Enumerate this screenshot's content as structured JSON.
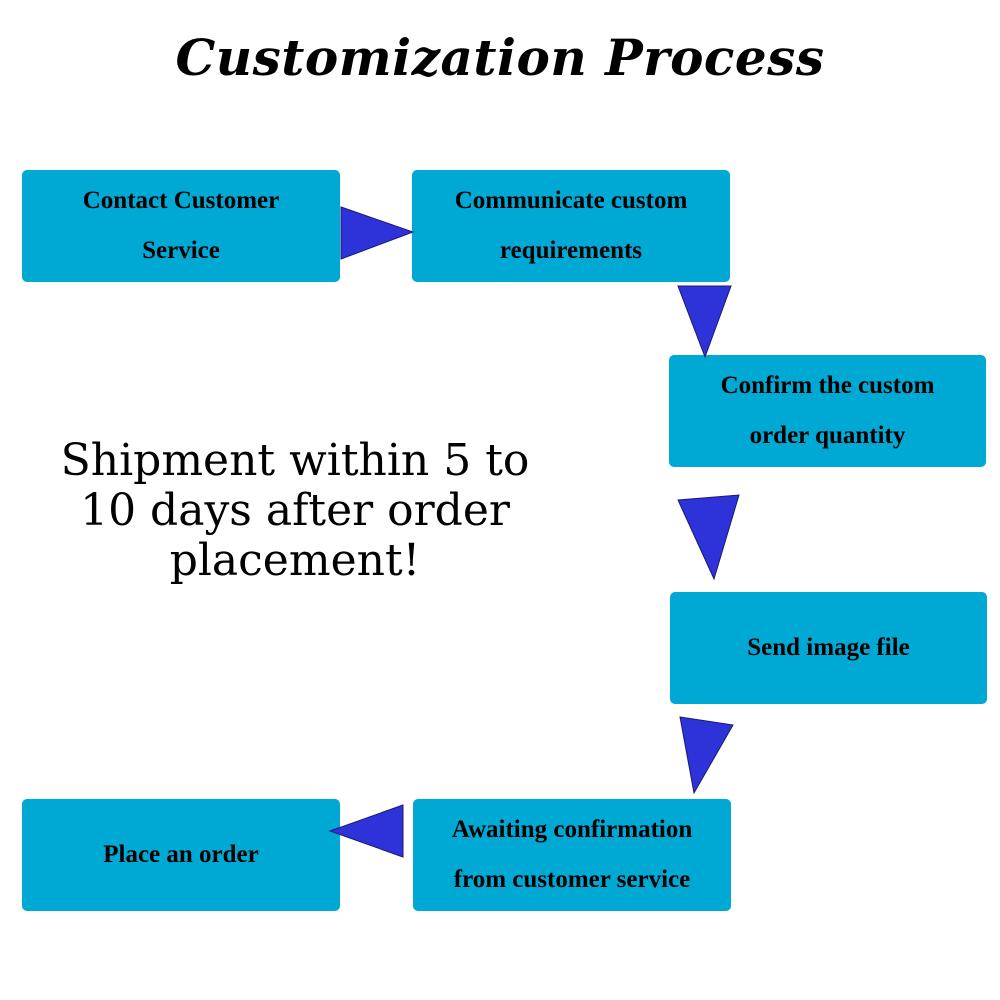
{
  "title": "Customization Process",
  "steps": [
    "Contact Customer\nService",
    "Communicate custom\nrequirements",
    "Confirm the custom\norder quantity",
    "Send image file",
    "Awaiting confirmation\nfrom customer service",
    "Place an order"
  ],
  "note": "Shipment within 5 to 10 days after order placement!",
  "colors": {
    "box": "#00a9d4",
    "arrow": "#2d33d9"
  }
}
